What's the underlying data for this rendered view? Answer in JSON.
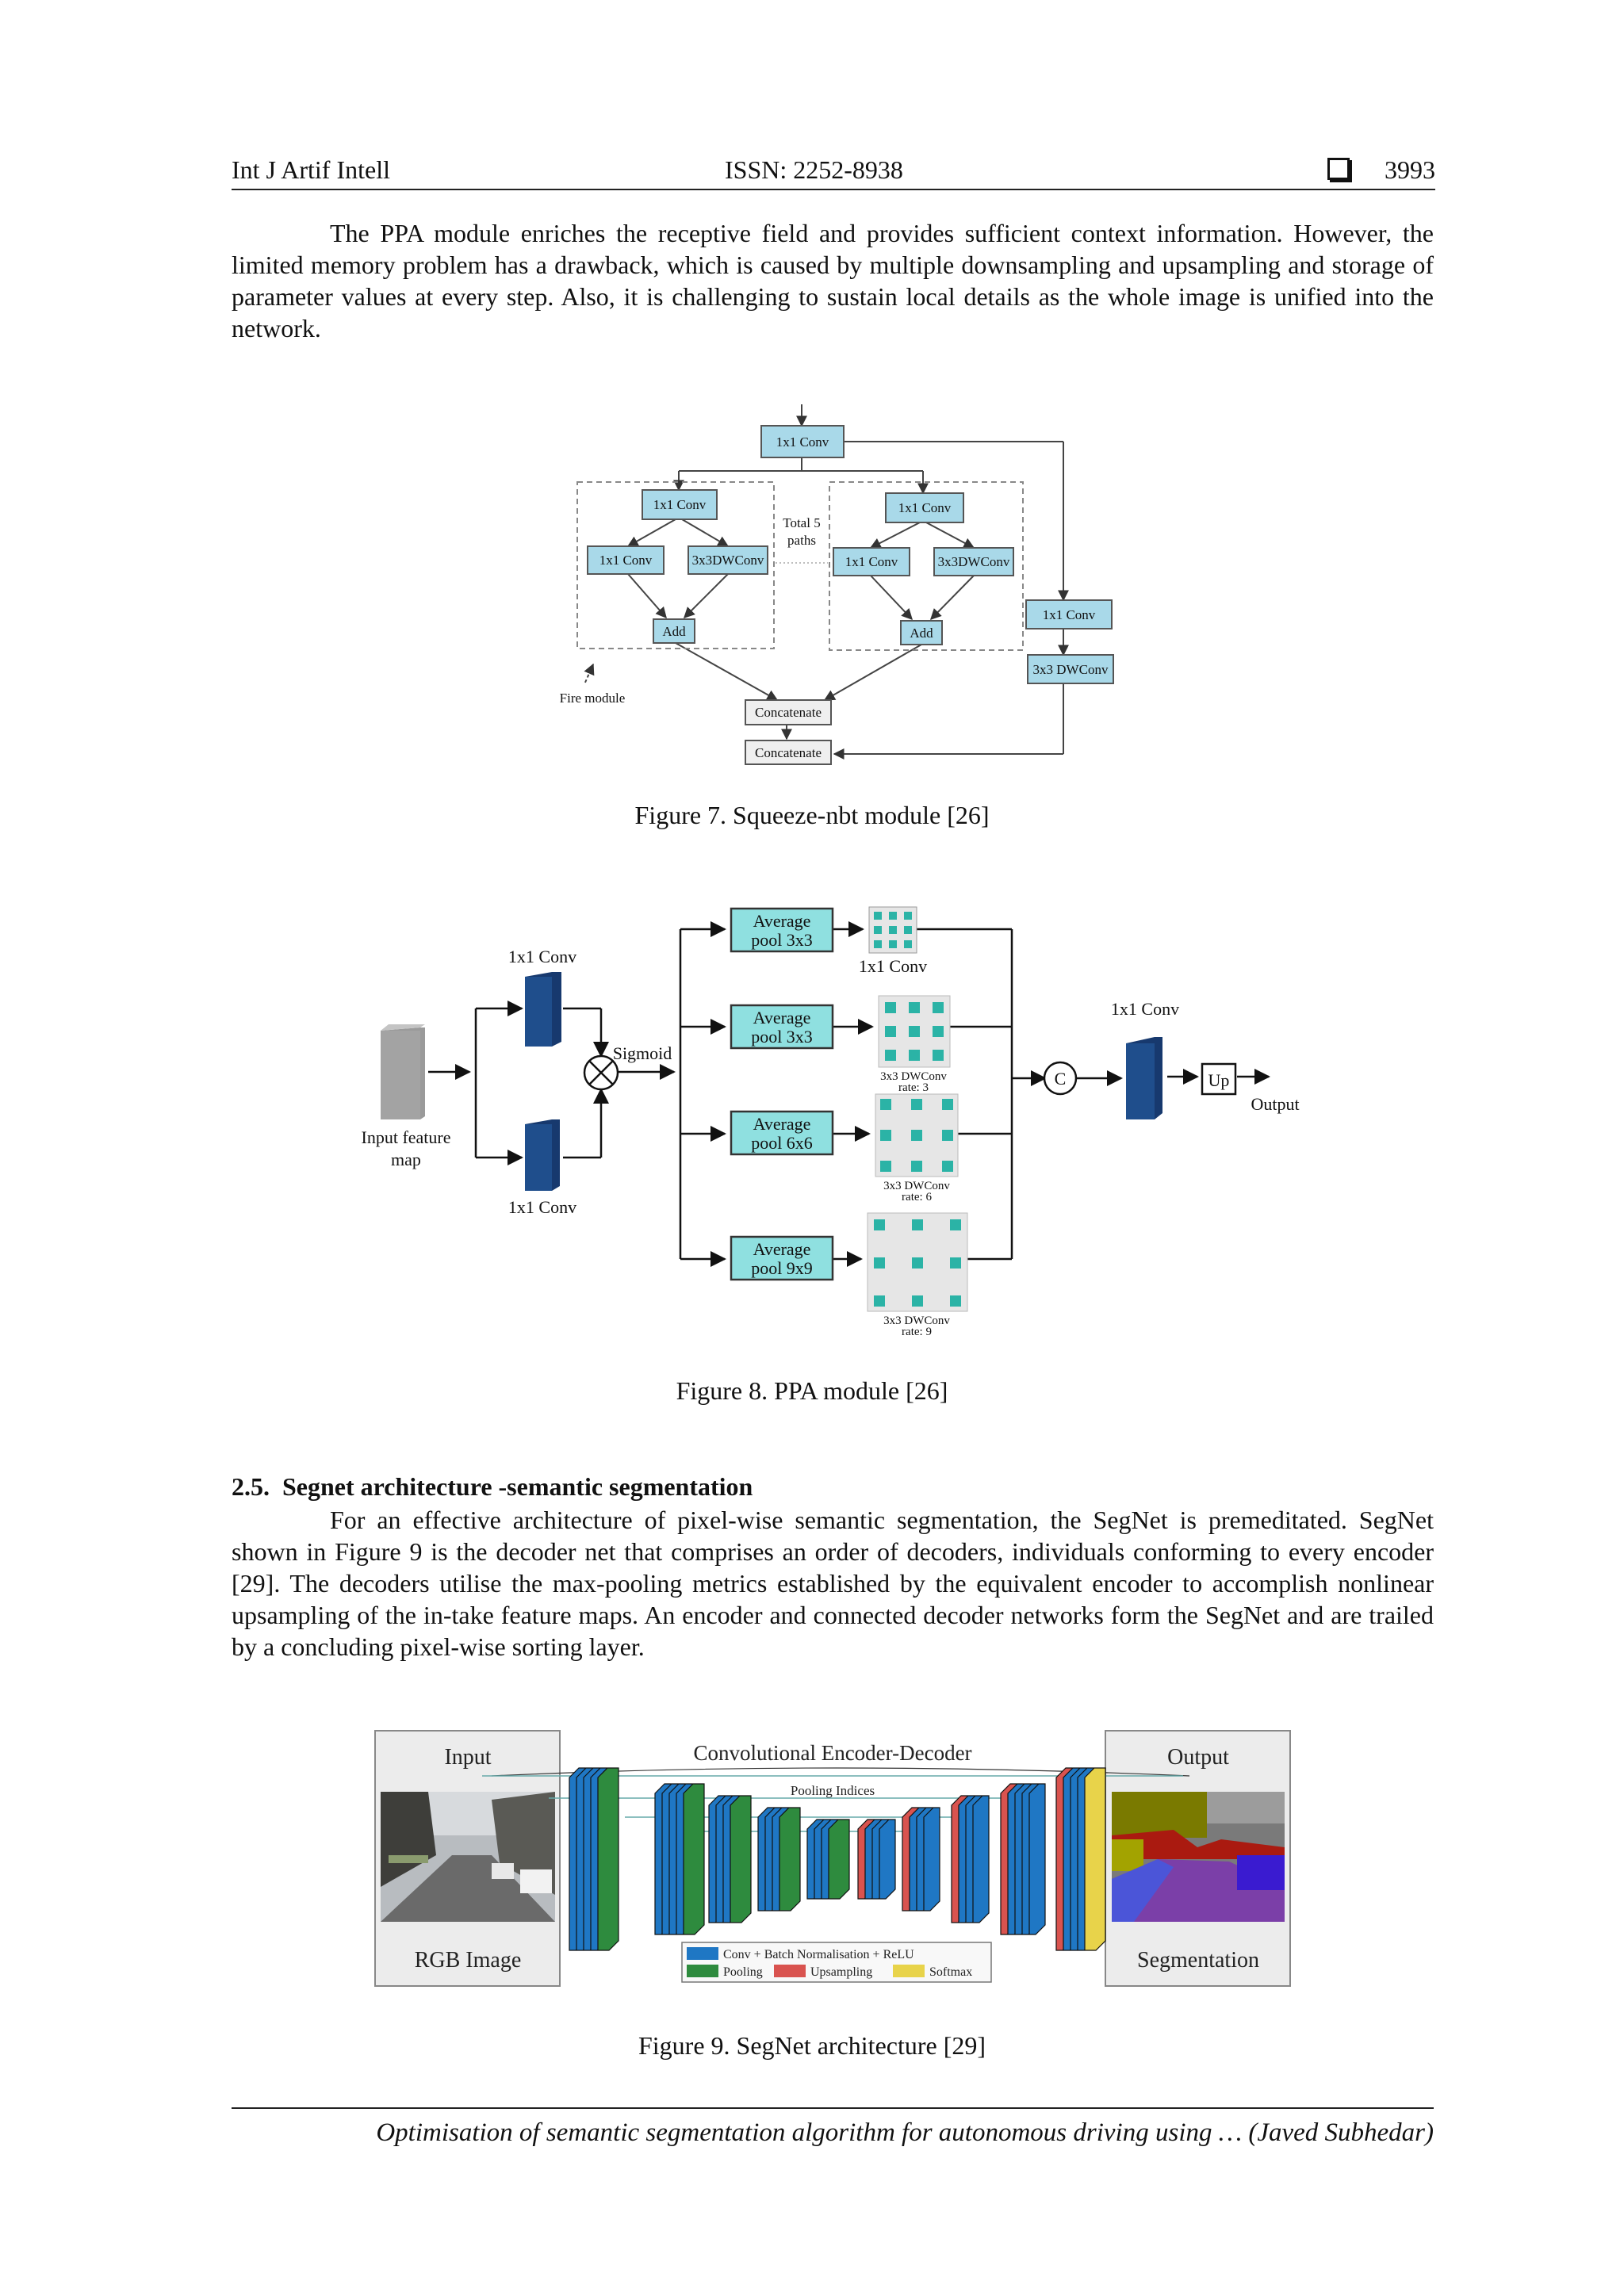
{
  "header": {
    "journal": "Int J Artif Intell",
    "issn": "ISSN: 2252-8938",
    "page": "3993"
  },
  "para1": "The PPA module enriches the receptive field and provides sufficient context information. However, the limited memory problem has a drawback, which is caused by multiple downsampling and upsampling and storage of parameter values at every step. Also, it is challenging to sustain local details as the whole image is unified into the network.",
  "fig7": {
    "caption": "Figure 7. Squeeze-nbt module [26]",
    "top_conv": "1x1 Conv",
    "fire_a": {
      "squeeze": "1x1 Conv",
      "expand1": "1x1 Conv",
      "expand3": "3x3DWConv",
      "add": "Add"
    },
    "fire_b": {
      "squeeze": "1x1 Conv",
      "expand1": "1x1 Conv",
      "expand3": "3x3DWConv",
      "add": "Add"
    },
    "total_paths_line1": "Total 5",
    "total_paths_line2": "paths",
    "fire_module_label": "Fire module",
    "concat1": "Concatenate",
    "concat2": "Concatenate",
    "right_conv": "1x1 Conv",
    "right_dwconv": "3x3 DWConv"
  },
  "fig8": {
    "caption": "Figure 8. PPA module [26]",
    "top_conv_label": "1x1 Conv",
    "bottom_conv_label": "1x1 Conv",
    "sigmoid": "Sigmoid",
    "input_line1": "Input feature",
    "input_line2": "map",
    "pools": [
      {
        "line1": "Average",
        "line2": "pool 3x3"
      },
      {
        "line1": "Average",
        "line2": "pool 3x3"
      },
      {
        "line1": "Average",
        "line2": "pool 6x6"
      },
      {
        "line1": "Average",
        "line2": "pool 9x9"
      }
    ],
    "branch1_label": "1x1 Conv",
    "dw_labels": [
      {
        "line1": "3x3 DWConv",
        "line2": "rate: 3"
      },
      {
        "line1": "3x3 DWConv",
        "line2": "rate: 6"
      },
      {
        "line1": "3x3 DWConv",
        "line2": "rate: 9"
      }
    ],
    "concat_symbol": "C",
    "final_conv_label": "1x1 Conv",
    "up": "Up",
    "output": "Output",
    "colors": {
      "pool_fill": "#8fe0e0",
      "conv_block": "#1f4e8c",
      "input_block": "#9a9a9a",
      "dot": "#2bb3a6"
    }
  },
  "section": {
    "number": "2.5.",
    "title": "Segnet architecture -semantic segmentation"
  },
  "para2": "For an effective architecture of pixel-wise semantic segmentation, the SegNet is premeditated. SegNet shown in Figure 9 is the decoder net that comprises an order of decoders, individuals conforming to every encoder [29]. The decoders utilise the max-pooling metrics established by the equivalent encoder to accomplish nonlinear upsampling of the in-take feature maps. An encoder and connected decoder networks form the SegNet and are trailed by a concluding pixel-wise sorting layer.",
  "fig9": {
    "caption": "Figure 9. SegNet architecture [29]",
    "input_title": "Input",
    "input_sub": "RGB Image",
    "output_title": "Output",
    "output_sub": "Segmentation",
    "center_title": "Convolutional Encoder-Decoder",
    "pooling_indices": "Pooling Indices",
    "legend": [
      {
        "label": "Conv + Batch Normalisation + ReLU",
        "color": "#1f77c4"
      },
      {
        "label": "Pooling",
        "color": "#2e8b3e"
      },
      {
        "label": "Upsampling",
        "color": "#d9534f"
      },
      {
        "label": "Softmax",
        "color": "#e8d34a"
      }
    ]
  },
  "footer": "Optimisation of semantic segmentation algorithm for autonomous driving using … (Javed Subhedar)"
}
